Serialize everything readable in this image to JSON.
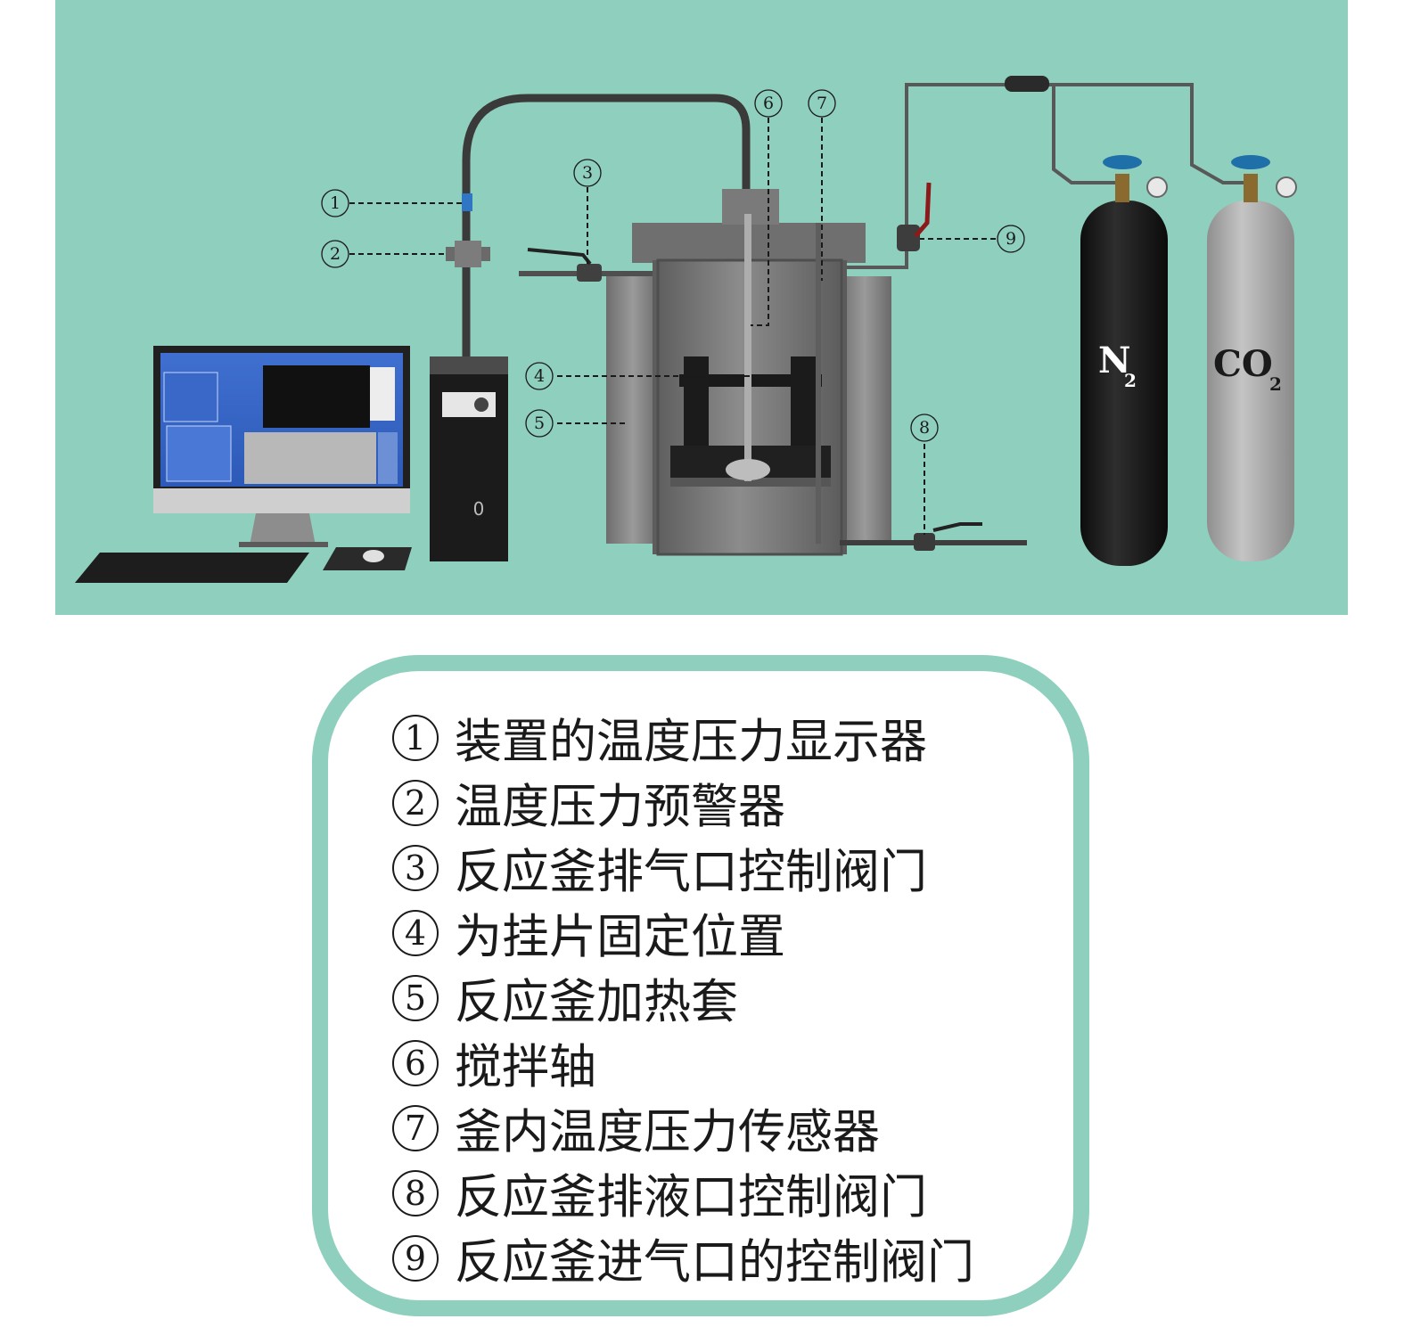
{
  "diagram": {
    "callouts": [
      {
        "num": "1"
      },
      {
        "num": "2"
      },
      {
        "num": "3"
      },
      {
        "num": "4"
      },
      {
        "num": "5"
      },
      {
        "num": "6"
      },
      {
        "num": "7"
      },
      {
        "num": "8"
      },
      {
        "num": "9"
      }
    ],
    "cylinders": {
      "n2_label": "N",
      "n2_sub": "2",
      "co2_label": "CO",
      "co2_sub": "2"
    },
    "colors": {
      "background": "#8fcfbd",
      "n2_cylinder": "#141414",
      "co2_cylinder": "#a9a9a9",
      "valve_caps": "#1f6fa8"
    }
  },
  "legend": {
    "items": [
      {
        "num": "1",
        "text": "装置的温度压力显示器"
      },
      {
        "num": "2",
        "text": "温度压力预警器"
      },
      {
        "num": "3",
        "text": "反应釜排气口控制阀门"
      },
      {
        "num": "4",
        "text": "为挂片固定位置"
      },
      {
        "num": "5",
        "text": "反应釜加热套"
      },
      {
        "num": "6",
        "text": "搅拌轴"
      },
      {
        "num": "7",
        "text": "釜内温度压力传感器"
      },
      {
        "num": "8",
        "text": "反应釜排液口控制阀门"
      },
      {
        "num": "9",
        "text": "反应釜进气口的控制阀门"
      }
    ]
  }
}
